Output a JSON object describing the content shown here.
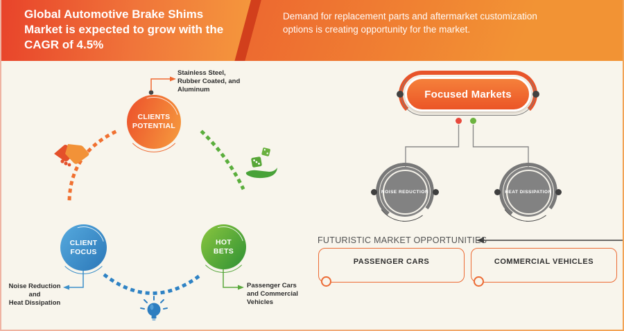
{
  "header": {
    "title": "Global Automotive Brake Shims\nMarket is expected to grow with the\nCAGR of 4.5%",
    "subtitle": "Demand for replacement parts and aftermarket customization\noptions is creating opportunity for the market."
  },
  "diagram": {
    "nodes": {
      "clients_potential": {
        "label": "CLIENTS\nPOTENTIAL",
        "annotation": "Stainless Steel,\nRubber Coated, and\nAluminum",
        "color": "#ef6a31"
      },
      "client_focus": {
        "label": "CLIENT\nFOCUS",
        "annotation": "Noise Reduction and\nHeat Dissipation",
        "color": "#3b8fc9"
      },
      "hot_bets": {
        "label": "HOT\nBETS",
        "annotation": "Passenger Cars\nand Commercial\nVehicles",
        "color": "#55a53a"
      }
    },
    "icons": [
      "handshake-icon",
      "dice-hand-icon",
      "lightbulb-icon"
    ]
  },
  "focused_markets": {
    "title": "Focused Markets",
    "children": [
      {
        "label": "NOISE REDUCTION"
      },
      {
        "label": "HEAT DISSIPATION"
      }
    ]
  },
  "opportunities": {
    "heading": "FUTURISTIC MARKET OPPORTUNITIES",
    "items": [
      {
        "label": "PASSENGER CARS"
      },
      {
        "label": "COMMERCIAL VEHICLES"
      }
    ]
  },
  "colors": {
    "header_gradient_left": "#e8432a",
    "header_gradient_right": "#f29334",
    "header_stripe": "#d23f1c",
    "background": "#f8f5ec",
    "accent_orange": "#ec5a2c",
    "accent_blue": "#3787c4",
    "accent_green": "#55a53a",
    "gray_node": "#828282",
    "red_dot": "#e8493c",
    "green_dot": "#6cb33f"
  }
}
